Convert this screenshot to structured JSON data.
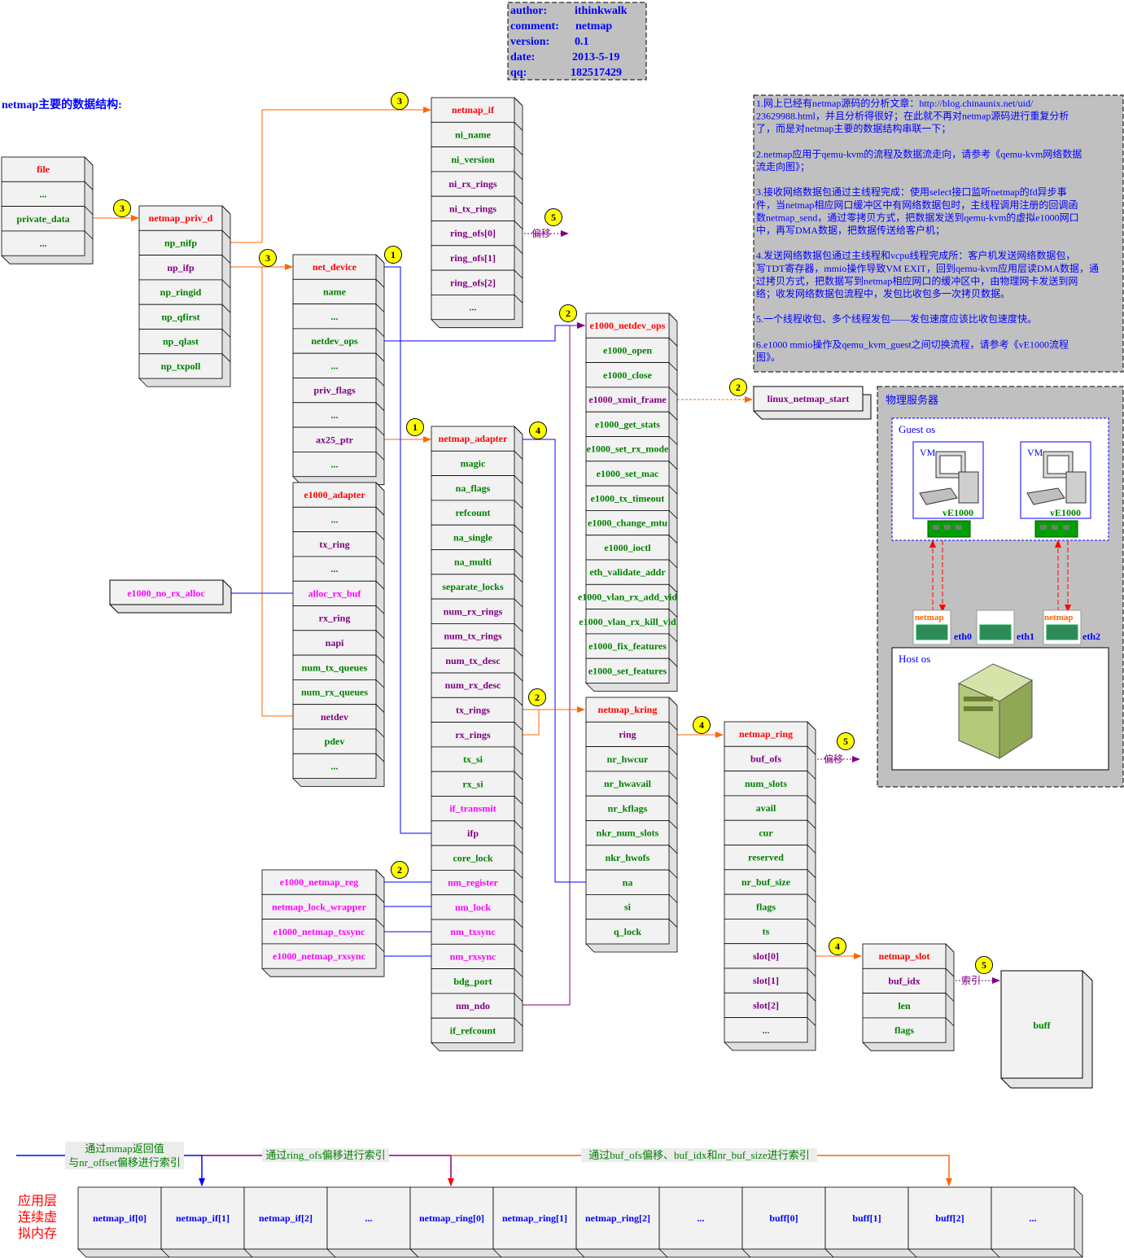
{
  "colors": {
    "red": "#ff0000",
    "green": "#008000",
    "purple": "#800080",
    "blue": "#0000ff",
    "magenta": "#ff00ff",
    "orange": "#ff6600",
    "cellFill": "#f2f2f2",
    "grayPanel": "#c0c0c0",
    "badge": "#ffff00"
  },
  "info_box": {
    "author_label": "author:",
    "author": "ithinkwalk",
    "comment_label": "comment:",
    "comment": "netmap",
    "version_label": "version:",
    "version": "0.1",
    "date_label": "date:",
    "date": "2013-5-19",
    "qq_label": "qq:",
    "qq": "182517429"
  },
  "heading": "netmap主要的数据结构:",
  "notes": [
    "1.网上已经有netmap源码的分析文章：http://blog.chinaunix.net/uid/",
    "23629988.html，并且分析得很好；在此就不再对netmap源码进行重复分析",
    "了，而是对netmap主要的数据结构串联一下；",
    "",
    "2.netmap应用于qemu-kvm的流程及数据流走向，请参考《qemu-kvm网络数据",
    "流走向图》；",
    "",
    "3.接收网络数据包通过主线程完成：使用select接口监听netmap的fd异步事",
    "件，当netmap相应网口缓冲区中有网络数据包时，主线程调用注册的回调函",
    "数netmap_send，通过零拷贝方式，把数据发送到qemu-kvm的虚拟e1000网口",
    "中，再写DMA数据，把数据传送给客户机；",
    "",
    "4.发送网络数据包通过主线程和vcpu线程完成所：客户机发送网络数据包，",
    "写TDT寄存器，mmio操作导致VM EXIT，回到qemu-kvm应用层读DMA数据，通",
    "过拷贝方式，把数据写到netmap相应网口的缓冲区中，由物理网卡发送到网",
    "络；收发网络数据包流程中，发包比收包多一次拷贝数据。",
    "",
    "5.一个线程收包、多个线程发包——发包速度应该比收包速度快。",
    "",
    "6.e1000 mmio操作及qemu_kvm_guest之间切换流程，请参考《vE1000流程",
    "图》。"
  ],
  "structs": {
    "file": [
      "file",
      "...",
      "private_data",
      "..."
    ],
    "netmap_priv_d": [
      "netmap_priv_d",
      "np_nifp",
      "np_ifp",
      "np_ringid",
      "np_qfirst",
      "np_qlast",
      "np_txpoll"
    ],
    "netmap_if": [
      "netmap_if",
      "ni_name",
      "ni_version",
      "ni_rx_rings",
      "ni_tx_rings",
      "ring_ofs[0]",
      "ring_ofs[1]",
      "ring_ofs[2]",
      "..."
    ],
    "net_device": [
      "net_device",
      "name",
      "...",
      "netdev_ops",
      "...",
      "priv_flags",
      "...",
      "ax25_ptr",
      "..."
    ],
    "e1000_adapter": [
      "e1000_adapter",
      "...",
      "tx_ring",
      "...",
      "alloc_rx_buf",
      "rx_ring",
      "napi",
      "num_tx_queues",
      "num_rx_queues",
      "netdev",
      "pdev",
      "..."
    ],
    "netmap_adapter": [
      "netmap_adapter",
      "magic",
      "na_flags",
      "refcount",
      "na_single",
      "na_multi",
      "separate_locks",
      "num_rx_rings",
      "num_tx_rings",
      "num_tx_desc",
      "num_rx_desc",
      "tx_rings",
      "rx_rings",
      "tx_si",
      "rx_si",
      "if_transmit",
      "ifp",
      "core_lock",
      "nm_register",
      "nm_lock",
      "nm_txsync",
      "nm_rxsync",
      "bdg_port",
      "nm_ndo",
      "if_refcount"
    ],
    "e1000_netdev_ops": [
      "e1000_netdev_ops",
      "e1000_open",
      "e1000_close",
      "e1000_xmit_frame",
      "e1000_get_stats",
      "e1000_set_rx_mode",
      "e1000_set_mac",
      "e1000_tx_timeout",
      "e1000_change_mtu",
      "e1000_ioctl",
      "eth_validate_addr",
      "e1000_vlan_rx_add_vid",
      "e1000_vlan_rx_kill_vid",
      "e1000_fix_features",
      "e1000_set_features"
    ],
    "netmap_kring": [
      "netmap_kring",
      "ring",
      "nr_hwcur",
      "nr_hwavail",
      "nr_kflags",
      "nkr_num_slots",
      "nkr_hwofs",
      "na",
      "si",
      "q_lock"
    ],
    "netmap_ring": [
      "netmap_ring",
      "buf_ofs",
      "num_slots",
      "avail",
      "cur",
      "reserved",
      "nr_buf_size",
      "flags",
      "ts",
      "slot[0]",
      "slot[1]",
      "slot[2]",
      "..."
    ],
    "netmap_slot": [
      "netmap_slot",
      "buf_idx",
      "len",
      "flags"
    ],
    "nm_funcs": [
      "e1000_netmap_reg",
      "netmap_lock_wrapper",
      "e1000_netmap_txsync",
      "e1000_netmap_rxsync"
    ],
    "linux_netmap_start": "linux_netmap_start",
    "e1000_no_rx_alloc": "e1000_no_rx_alloc",
    "buff": "buff"
  },
  "arrow_labels": {
    "offset": "偏移",
    "index": "索引"
  },
  "badges": [
    "1",
    "2",
    "3",
    "4",
    "5"
  ],
  "server": {
    "title": "物理服务器",
    "guest_os": "Guest os",
    "host_os": "Host os",
    "vm": "VM",
    "ve1000": "vE1000",
    "netmap": "netmap",
    "eth": [
      "eth0",
      "eth1",
      "eth2"
    ],
    "icons": [
      "computer-icon",
      "nic-card-icon",
      "server-tower-icon"
    ]
  },
  "memory": {
    "side_label": [
      "应用层",
      "连续虚",
      "拟内存"
    ],
    "cells": [
      "netmap_if[0]",
      "netmap_if[1]",
      "netmap_if[2]",
      "...",
      "netmap_ring[0]",
      "netmap_ring[1]",
      "netmap_ring[2]",
      "...",
      "buff[0]",
      "buff[1]",
      "buff[2]",
      "..."
    ],
    "label_mmap_1": "通过mmap返回值",
    "label_mmap_2": "与nr_offset偏移进行索引",
    "label_ring_ofs": "通过ring_ofs偏移进行索引",
    "label_buf": "通过buf_ofs偏移、buf_idx和nr_buf_size进行索引"
  }
}
